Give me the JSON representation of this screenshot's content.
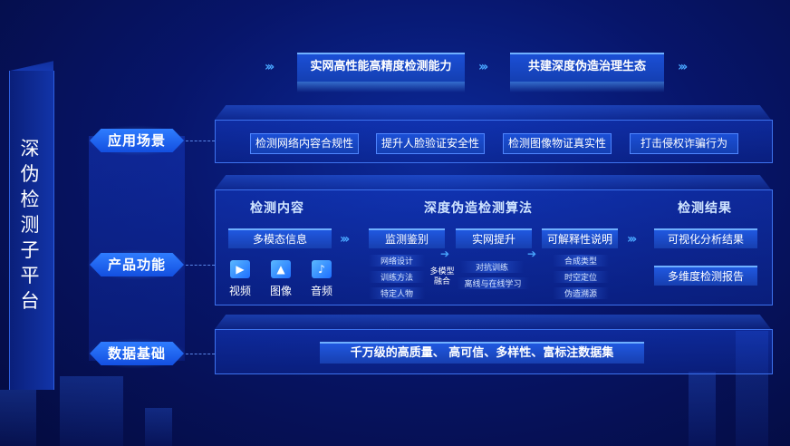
{
  "sidebar": {
    "title": "深伪检测子平台"
  },
  "top": {
    "items": [
      "实网高性能高精度检测能力",
      "共建深度伪造治理生态"
    ]
  },
  "layers": {
    "application": {
      "label": "应用场景",
      "items": [
        "检测网络内容合规性",
        "提升人脸验证安全性",
        "检测图像物证真实性",
        "打击侵权诈骗行为"
      ]
    },
    "product": {
      "label": "产品功能",
      "detection_content": {
        "heading": "检测内容",
        "chip": "多模态信息",
        "media": [
          {
            "icon": "video-icon",
            "label": "视频"
          },
          {
            "icon": "image-icon",
            "label": "图像"
          },
          {
            "icon": "audio-icon",
            "label": "音频"
          }
        ]
      },
      "algorithm": {
        "heading": "深度伪造检测算法",
        "stages": [
          "监测鉴别",
          "实网提升",
          "可解释性说明"
        ],
        "col1": [
          "网络设计",
          "训练方法",
          "特定人物"
        ],
        "fusion": "多模型\n融合",
        "col2": [
          "对抗训练",
          "离线与在线学习"
        ],
        "col3": [
          "合成类型",
          "时空定位",
          "伪造溯源"
        ]
      },
      "results": {
        "heading": "检测结果",
        "items": [
          "可视化分析结果",
          "多维度检测报告"
        ]
      }
    },
    "data": {
      "label": "数据基础",
      "content": "千万级的高质量、 高可信、多样性、富标注数据集"
    }
  },
  "colors": {
    "accent": "#3d72ee",
    "arrow": "#49a6ff",
    "background": "#07156a"
  }
}
